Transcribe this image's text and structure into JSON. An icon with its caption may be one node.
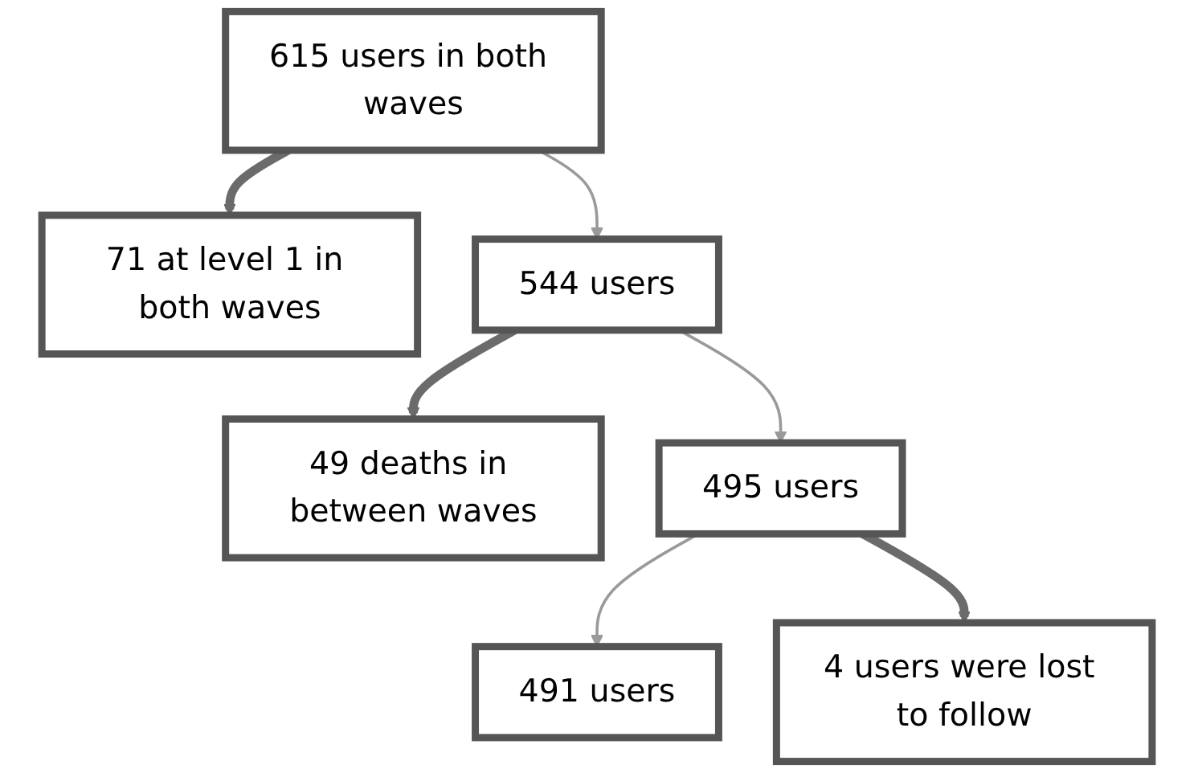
{
  "diagram": {
    "nodes": [
      {
        "text": [
          "615 users in both waves"
        ]
      },
      {
        "text": [
          "71 at level 1 in both waves"
        ]
      },
      {
        "text": [
          "544 users"
        ]
      },
      {
        "text": [
          "49 deaths in between waves"
        ]
      },
      {
        "text": [
          "495 users"
        ]
      },
      {
        "text": [
          "4 users were lost to follow"
        ]
      },
      {
        "text": [
          "491 users"
        ]
      }
    ],
    "edges": [
      {
        "from": 0,
        "to": 2,
        "arrow": "to",
        "color": "#9a9a9a"
      },
      {
        "from": 0,
        "to": 1,
        "arrow": "to",
        "style": "thick",
        "color": "#6b6b6b"
      },
      {
        "from": 2,
        "to": 4,
        "arrow": "to",
        "color": "#9a9a9a"
      },
      {
        "from": 2,
        "to": 3,
        "arrow": "to",
        "style": "thick",
        "color": "#6b6b6b"
      },
      {
        "from": 4,
        "to": 6,
        "arrow": "to",
        "color": "#9a9a9a"
      },
      {
        "from": 4,
        "to": 5,
        "arrow": "to",
        "style": "thick",
        "color": "#6b6b6b"
      }
    ]
  }
}
